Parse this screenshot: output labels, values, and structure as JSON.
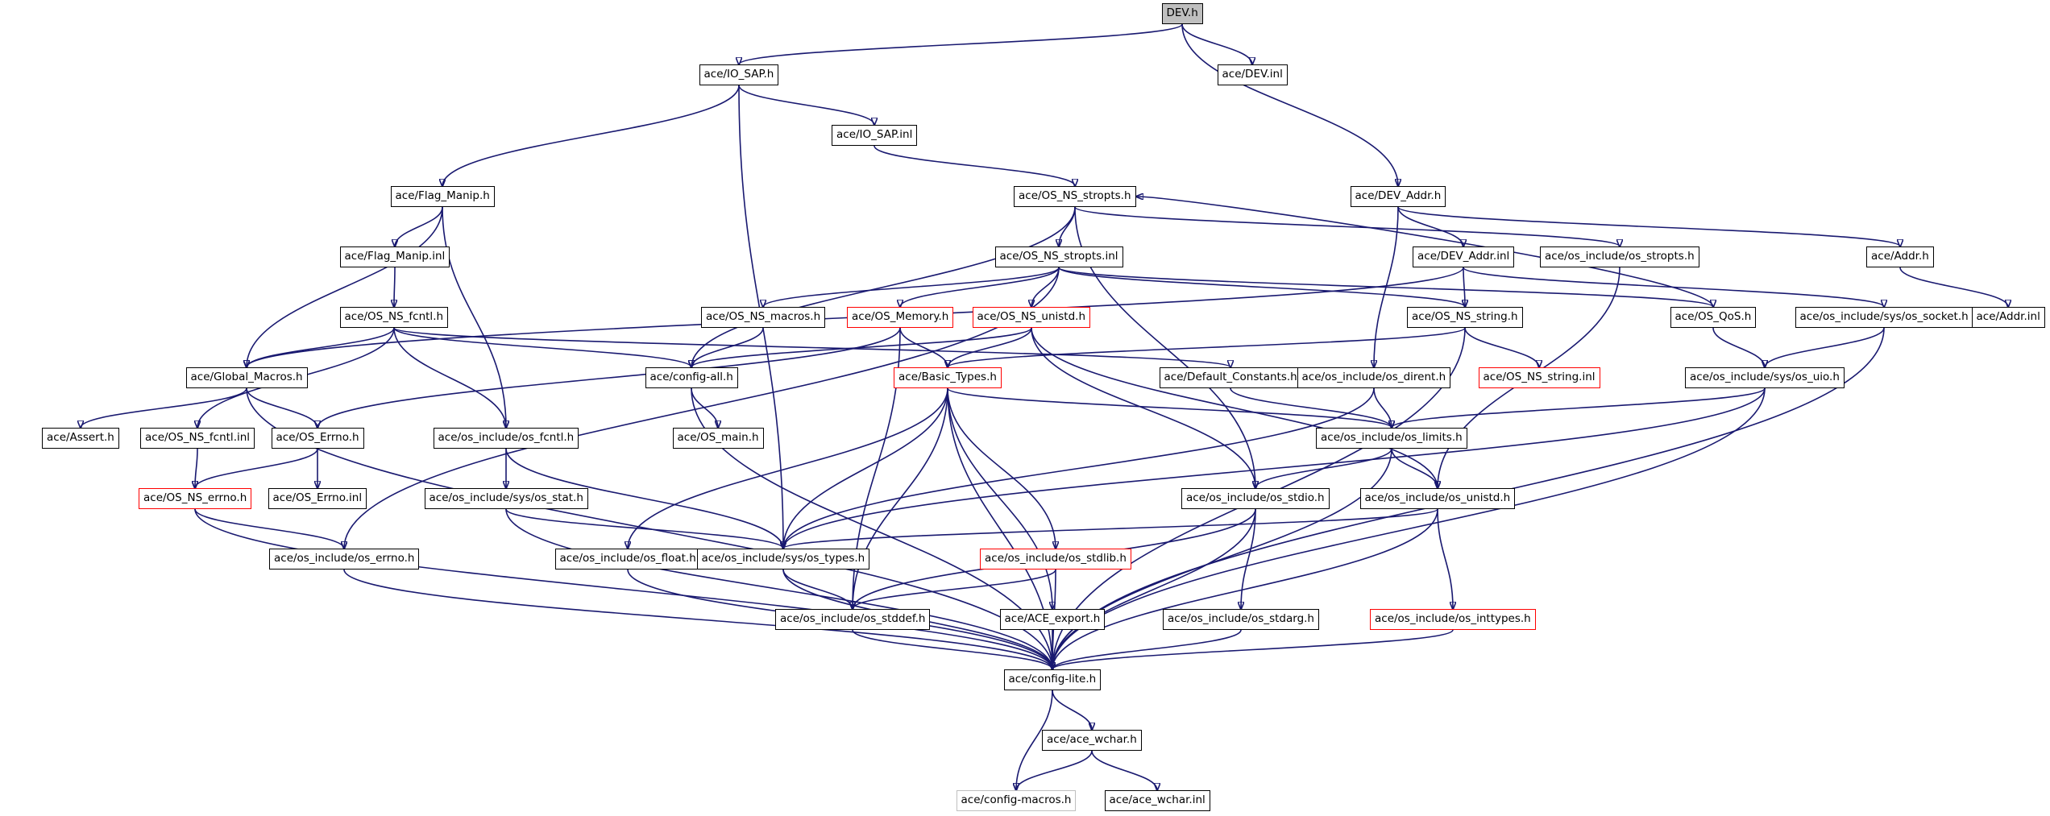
{
  "diagram": {
    "nodes": [
      {
        "id": "dev_h",
        "label": "DEV.h",
        "style": "root"
      },
      {
        "id": "io_sap_h",
        "label": "ace/IO_SAP.h",
        "style": "normal"
      },
      {
        "id": "dev_inl",
        "label": "ace/DEV.inl",
        "style": "normal"
      },
      {
        "id": "io_sap_inl",
        "label": "ace/IO_SAP.inl",
        "style": "normal"
      },
      {
        "id": "flag_manip_h",
        "label": "ace/Flag_Manip.h",
        "style": "normal"
      },
      {
        "id": "os_ns_stropts_h",
        "label": "ace/OS_NS_stropts.h",
        "style": "normal"
      },
      {
        "id": "dev_addr_h",
        "label": "ace/DEV_Addr.h",
        "style": "normal"
      },
      {
        "id": "flag_manip_inl",
        "label": "ace/Flag_Manip.inl",
        "style": "normal"
      },
      {
        "id": "os_ns_stropts_inl",
        "label": "ace/OS_NS_stropts.inl",
        "style": "normal"
      },
      {
        "id": "dev_addr_inl",
        "label": "ace/DEV_Addr.inl",
        "style": "normal"
      },
      {
        "id": "os_include_stropts_h",
        "label": "ace/os_include/os_stropts.h",
        "style": "normal"
      },
      {
        "id": "addr_h",
        "label": "ace/Addr.h",
        "style": "normal"
      },
      {
        "id": "os_ns_fcntl_h",
        "label": "ace/OS_NS_fcntl.h",
        "style": "normal"
      },
      {
        "id": "os_ns_macros_h",
        "label": "ace/OS_NS_macros.h",
        "style": "normal"
      },
      {
        "id": "os_memory_h",
        "label": "ace/OS_Memory.h",
        "style": "red"
      },
      {
        "id": "os_ns_unistd_h",
        "label": "ace/OS_NS_unistd.h",
        "style": "red"
      },
      {
        "id": "os_ns_string_h",
        "label": "ace/OS_NS_string.h",
        "style": "normal"
      },
      {
        "id": "os_qos_h",
        "label": "ace/OS_QoS.h",
        "style": "normal"
      },
      {
        "id": "os_socket_h",
        "label": "ace/os_include/sys/os_socket.h",
        "style": "normal"
      },
      {
        "id": "addr_inl",
        "label": "ace/Addr.inl",
        "style": "normal"
      },
      {
        "id": "global_macros_h",
        "label": "ace/Global_Macros.h",
        "style": "normal"
      },
      {
        "id": "config_all_h",
        "label": "ace/config-all.h",
        "style": "normal"
      },
      {
        "id": "basic_types_h",
        "label": "ace/Basic_Types.h",
        "style": "red"
      },
      {
        "id": "default_constants_h",
        "label": "ace/Default_Constants.h",
        "style": "normal"
      },
      {
        "id": "os_dirent_h",
        "label": "ace/os_include/os_dirent.h",
        "style": "normal"
      },
      {
        "id": "os_ns_string_inl",
        "label": "ace/OS_NS_string.inl",
        "style": "red"
      },
      {
        "id": "os_uio_h",
        "label": "ace/os_include/sys/os_uio.h",
        "style": "normal"
      },
      {
        "id": "assert_h",
        "label": "ace/Assert.h",
        "style": "normal"
      },
      {
        "id": "os_ns_fcntl_inl",
        "label": "ace/OS_NS_fcntl.inl",
        "style": "normal"
      },
      {
        "id": "os_errno_h",
        "label": "ace/OS_Errno.h",
        "style": "normal"
      },
      {
        "id": "os_include_fcntl_h",
        "label": "ace/os_include/os_fcntl.h",
        "style": "normal"
      },
      {
        "id": "os_main_h",
        "label": "ace/OS_main.h",
        "style": "normal"
      },
      {
        "id": "os_limits_h",
        "label": "ace/os_include/os_limits.h",
        "style": "normal"
      },
      {
        "id": "os_ns_errno_h",
        "label": "ace/OS_NS_errno.h",
        "style": "red"
      },
      {
        "id": "os_errno_inl",
        "label": "ace/OS_Errno.inl",
        "style": "normal"
      },
      {
        "id": "os_stat_h",
        "label": "ace/os_include/sys/os_stat.h",
        "style": "normal"
      },
      {
        "id": "os_stdio_h",
        "label": "ace/os_include/os_stdio.h",
        "style": "normal"
      },
      {
        "id": "os_unistd_h",
        "label": "ace/os_include/os_unistd.h",
        "style": "normal"
      },
      {
        "id": "os_include_errno_h",
        "label": "ace/os_include/os_errno.h",
        "style": "normal"
      },
      {
        "id": "os_float_h",
        "label": "ace/os_include/os_float.h",
        "style": "normal"
      },
      {
        "id": "os_types_h",
        "label": "ace/os_include/sys/os_types.h",
        "style": "normal"
      },
      {
        "id": "os_stdlib_h",
        "label": "ace/os_include/os_stdlib.h",
        "style": "red"
      },
      {
        "id": "os_stddef_h",
        "label": "ace/os_include/os_stddef.h",
        "style": "normal"
      },
      {
        "id": "ace_export_h",
        "label": "ace/ACE_export.h",
        "style": "normal"
      },
      {
        "id": "os_stdarg_h",
        "label": "ace/os_include/os_stdarg.h",
        "style": "normal"
      },
      {
        "id": "os_inttypes_h",
        "label": "ace/os_include/os_inttypes.h",
        "style": "red"
      },
      {
        "id": "config_lite_h",
        "label": "ace/config-lite.h",
        "style": "normal"
      },
      {
        "id": "ace_wchar_h",
        "label": "ace/ace_wchar.h",
        "style": "normal"
      },
      {
        "id": "config_macros_h",
        "label": "ace/config-macros.h",
        "style": "gray"
      },
      {
        "id": "ace_wchar_inl",
        "label": "ace/ace_wchar.inl",
        "style": "normal"
      }
    ],
    "edges": [
      [
        "dev_h",
        "io_sap_h"
      ],
      [
        "dev_h",
        "dev_inl"
      ],
      [
        "dev_h",
        "dev_addr_h"
      ],
      [
        "io_sap_h",
        "io_sap_inl"
      ],
      [
        "io_sap_h",
        "flag_manip_h"
      ],
      [
        "io_sap_h",
        "os_types_h"
      ],
      [
        "io_sap_inl",
        "os_ns_stropts_h"
      ],
      [
        "flag_manip_h",
        "flag_manip_inl"
      ],
      [
        "flag_manip_h",
        "global_macros_h"
      ],
      [
        "flag_manip_h",
        "os_include_fcntl_h"
      ],
      [
        "flag_manip_inl",
        "os_ns_fcntl_h"
      ],
      [
        "os_ns_stropts_h",
        "os_ns_stropts_inl"
      ],
      [
        "os_ns_stropts_h",
        "config_all_h"
      ],
      [
        "os_ns_stropts_h",
        "os_include_stropts_h"
      ],
      [
        "os_ns_stropts_h",
        "os_stdio_h"
      ],
      [
        "os_ns_stropts_inl",
        "os_ns_macros_h"
      ],
      [
        "os_ns_stropts_inl",
        "os_memory_h"
      ],
      [
        "os_ns_stropts_inl",
        "os_ns_unistd_h"
      ],
      [
        "os_ns_stropts_inl",
        "os_ns_string_h"
      ],
      [
        "os_ns_stropts_inl",
        "os_qos_h"
      ],
      [
        "os_ns_stropts_inl",
        "os_include_errno_h"
      ],
      [
        "dev_addr_h",
        "dev_addr_inl"
      ],
      [
        "dev_addr_h",
        "addr_h"
      ],
      [
        "dev_addr_h",
        "os_dirent_h"
      ],
      [
        "dev_addr_inl",
        "os_ns_string_h"
      ],
      [
        "dev_addr_inl",
        "global_macros_h"
      ],
      [
        "dev_addr_inl",
        "os_socket_h"
      ],
      [
        "os_include_stropts_h",
        "os_unistd_h"
      ],
      [
        "addr_h",
        "addr_inl"
      ],
      [
        "os_ns_fcntl_h",
        "global_macros_h"
      ],
      [
        "os_ns_fcntl_h",
        "config_all_h"
      ],
      [
        "os_ns_fcntl_h",
        "os_include_fcntl_h"
      ],
      [
        "os_ns_fcntl_h",
        "os_ns_fcntl_inl"
      ],
      [
        "os_ns_fcntl_h",
        "default_constants_h"
      ],
      [
        "os_ns_macros_h",
        "config_all_h"
      ],
      [
        "os_memory_h",
        "basic_types_h"
      ],
      [
        "os_memory_h",
        "os_errno_h"
      ],
      [
        "os_memory_h",
        "os_stddef_h"
      ],
      [
        "os_ns_unistd_h",
        "basic_types_h"
      ],
      [
        "os_ns_unistd_h",
        "config_all_h"
      ],
      [
        "os_ns_unistd_h",
        "os_stdio_h"
      ],
      [
        "os_ns_unistd_h",
        "os_unistd_h"
      ],
      [
        "os_ns_string_h",
        "basic_types_h"
      ],
      [
        "os_ns_string_h",
        "os_ns_string_inl"
      ],
      [
        "os_ns_string_h",
        "config_lite_h"
      ],
      [
        "os_qos_h",
        "os_uio_h"
      ],
      [
        "os_qos_h",
        "os_ns_stropts_h"
      ],
      [
        "os_socket_h",
        "os_uio_h"
      ],
      [
        "os_socket_h",
        "config_lite_h"
      ],
      [
        "global_macros_h",
        "assert_h"
      ],
      [
        "global_macros_h",
        "os_errno_h"
      ],
      [
        "global_macros_h",
        "config_lite_h"
      ],
      [
        "config_all_h",
        "os_main_h"
      ],
      [
        "config_all_h",
        "config_lite_h"
      ],
      [
        "basic_types_h",
        "os_limits_h"
      ],
      [
        "basic_types_h",
        "os_float_h"
      ],
      [
        "basic_types_h",
        "os_types_h"
      ],
      [
        "basic_types_h",
        "os_stdlib_h"
      ],
      [
        "basic_types_h",
        "os_stddef_h"
      ],
      [
        "basic_types_h",
        "ace_export_h"
      ],
      [
        "basic_types_h",
        "config_lite_h"
      ],
      [
        "default_constants_h",
        "os_limits_h"
      ],
      [
        "os_dirent_h",
        "os_limits_h"
      ],
      [
        "os_dirent_h",
        "os_types_h"
      ],
      [
        "os_uio_h",
        "os_limits_h"
      ],
      [
        "os_uio_h",
        "os_types_h"
      ],
      [
        "os_uio_h",
        "config_lite_h"
      ],
      [
        "os_ns_fcntl_inl",
        "os_ns_errno_h"
      ],
      [
        "os_errno_h",
        "os_ns_errno_h"
      ],
      [
        "os_errno_h",
        "os_errno_inl"
      ],
      [
        "os_include_fcntl_h",
        "os_stat_h"
      ],
      [
        "os_include_fcntl_h",
        "os_types_h"
      ],
      [
        "os_limits_h",
        "os_stdio_h"
      ],
      [
        "os_limits_h",
        "os_unistd_h"
      ],
      [
        "os_limits_h",
        "config_lite_h"
      ],
      [
        "os_ns_errno_h",
        "os_include_errno_h"
      ],
      [
        "os_ns_errno_h",
        "config_lite_h"
      ],
      [
        "os_stat_h",
        "os_types_h"
      ],
      [
        "os_stat_h",
        "config_lite_h"
      ],
      [
        "os_stdio_h",
        "os_stddef_h"
      ],
      [
        "os_stdio_h",
        "os_stdarg_h"
      ],
      [
        "os_stdio_h",
        "config_lite_h"
      ],
      [
        "os_unistd_h",
        "os_types_h"
      ],
      [
        "os_unistd_h",
        "os_inttypes_h"
      ],
      [
        "os_unistd_h",
        "config_lite_h"
      ],
      [
        "os_include_errno_h",
        "config_lite_h"
      ],
      [
        "os_float_h",
        "config_lite_h"
      ],
      [
        "os_types_h",
        "os_stddef_h"
      ],
      [
        "os_types_h",
        "config_lite_h"
      ],
      [
        "os_stdlib_h",
        "os_stddef_h"
      ],
      [
        "os_stdlib_h",
        "config_lite_h"
      ],
      [
        "os_stddef_h",
        "config_lite_h"
      ],
      [
        "ace_export_h",
        "config_lite_h"
      ],
      [
        "os_stdarg_h",
        "config_lite_h"
      ],
      [
        "os_inttypes_h",
        "config_lite_h"
      ],
      [
        "config_lite_h",
        "ace_wchar_h"
      ],
      [
        "config_lite_h",
        "config_macros_h"
      ],
      [
        "ace_wchar_h",
        "config_macros_h"
      ],
      [
        "ace_wchar_h",
        "ace_wchar_inl"
      ]
    ]
  }
}
